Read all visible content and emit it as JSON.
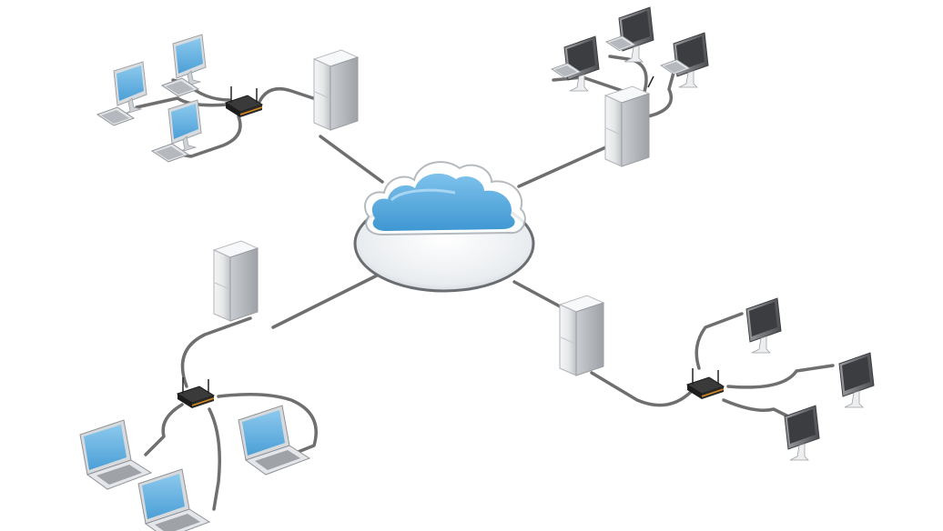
{
  "diagram": {
    "type": "network-topology",
    "center": {
      "kind": "cloud",
      "icon": "cloud-icon"
    },
    "clusters": [
      {
        "id": "top-left",
        "server": "tower",
        "hub": "router",
        "clients": [
          "monitor",
          "monitor",
          "monitor"
        ]
      },
      {
        "id": "top-right",
        "server": "tower",
        "hub": "none",
        "clients": [
          "monitor",
          "monitor",
          "monitor"
        ]
      },
      {
        "id": "bottom-left",
        "server": "tower",
        "hub": "router",
        "clients": [
          "laptop",
          "laptop",
          "laptop"
        ]
      },
      {
        "id": "bottom-right",
        "server": "tower",
        "hub": "router",
        "clients": [
          "monitor",
          "monitor",
          "monitor"
        ]
      }
    ]
  },
  "colors": {
    "cable": "#6f6f6f",
    "cloud_blue": "#5aaee0",
    "screen_blue": "#67b6e6",
    "tower": "#e9eaec",
    "router": "#2a2a2a",
    "router_accent": "#d98a1e"
  }
}
